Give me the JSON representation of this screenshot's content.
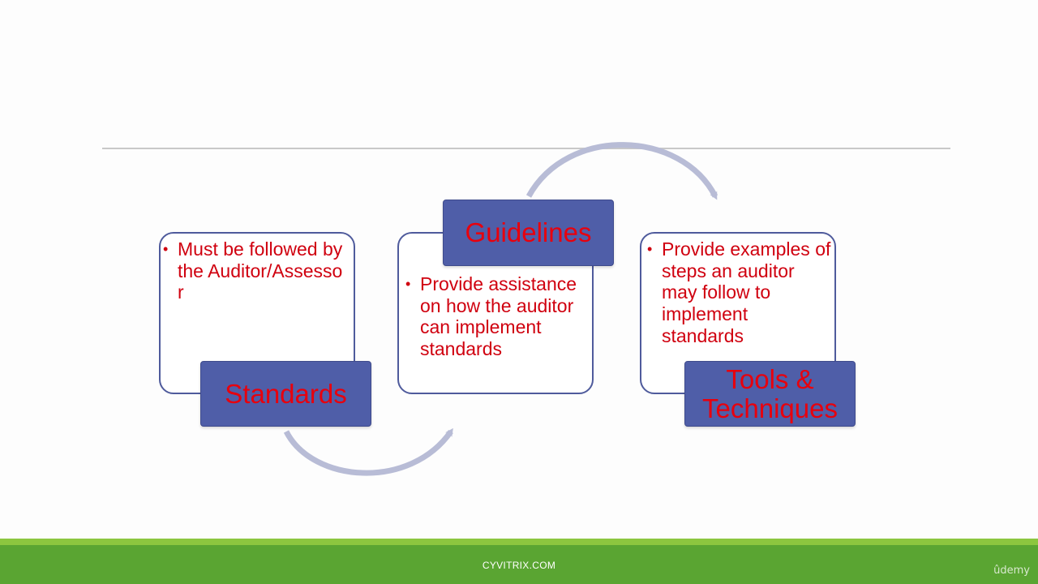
{
  "diagram": {
    "standards": {
      "label": "Standards",
      "bullet": "Must be followed by the Auditor/Assesso r"
    },
    "guidelines": {
      "label": "Guidelines",
      "bullet": "Provide assistance on how the auditor can implement standards"
    },
    "tools": {
      "label_line1": "Tools &",
      "label_line2": "Techniques",
      "bullet": "Provide examples of steps an auditor may follow to implement standards"
    }
  },
  "footer": {
    "site": "CYVITRIX.COM",
    "brand": "ûdemy"
  },
  "colors": {
    "label_fill": "#4f5ea8",
    "label_text": "#e8000d",
    "outline": "#4f5b9c",
    "arrow": "#b8bcd6",
    "footer_green": "#5aa532",
    "footer_stripe": "#8cc63f"
  }
}
